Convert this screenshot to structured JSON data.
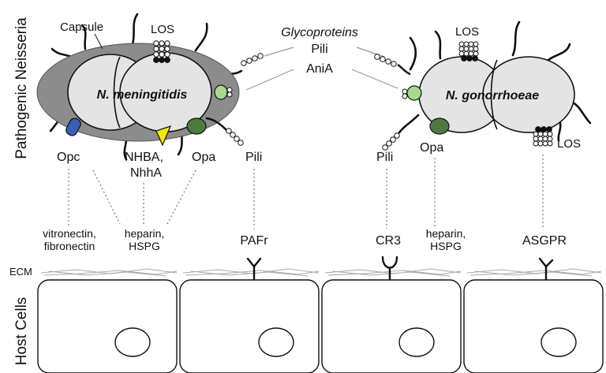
{
  "side_labels": {
    "top": "Pathogenic Neisseria",
    "bottom": "Host Cells"
  },
  "ecm_label": "ECM",
  "center_labels": {
    "glycoproteins": "Glycoproteins",
    "pili": "Pili",
    "ania": "AniA"
  },
  "meningitidis": {
    "name": "N. meningitidis",
    "capsule": "Capsule",
    "los": "LOS",
    "opc": "Opc",
    "nhba_line1": "NHBA,",
    "nhba_line2": "NhhA",
    "opa": "Opa",
    "pili": "Pili"
  },
  "gonorrhoeae": {
    "name": "N. gonorrhoeae",
    "los_top": "LOS",
    "los_bottom": "LOS",
    "pili": "Pili",
    "opa": "Opa"
  },
  "receptors": {
    "vitronectin_line1": "vitronectin,",
    "vitronectin_line2": "fibronectin",
    "heparin1_line1": "heparin,",
    "heparin1_line2": "HSPG",
    "pafr": "PAFr",
    "cr3": "CR3",
    "heparin2_line1": "heparin,",
    "heparin2_line2": "HSPG",
    "asgpr": "ASGPR"
  },
  "colors": {
    "capsule": "#8c8c8c",
    "bacterium_fill": "#e4e4e4",
    "opc_blue": "#3a5fb8",
    "nhba_yellow": "#f5e800",
    "opa_dark_green": "#4e7a40",
    "ania_light_green": "#a6d98e",
    "outline": "#111111",
    "guide_lines": "#9a9a9a",
    "ecm": "#aaaaaa",
    "cell_fill": "#ffffff"
  }
}
